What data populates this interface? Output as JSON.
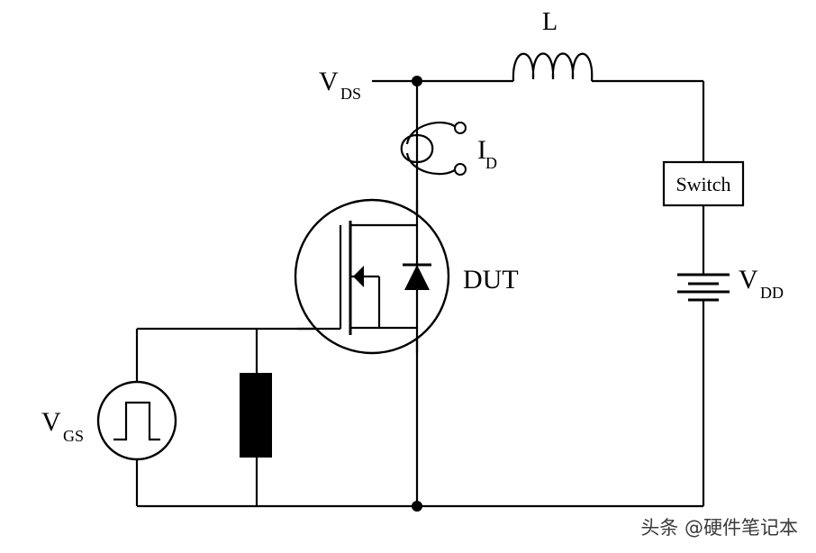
{
  "labels": {
    "inductor": "L",
    "vds_main": "V",
    "vds_sub": "DS",
    "id_main": "I",
    "id_sub": "D",
    "switch": "Switch",
    "dut": "DUT",
    "vdd_main": "V",
    "vdd_sub": "DD",
    "vgs_main": "V",
    "vgs_sub": "GS"
  },
  "watermark": "头条 @硬件笔记本"
}
